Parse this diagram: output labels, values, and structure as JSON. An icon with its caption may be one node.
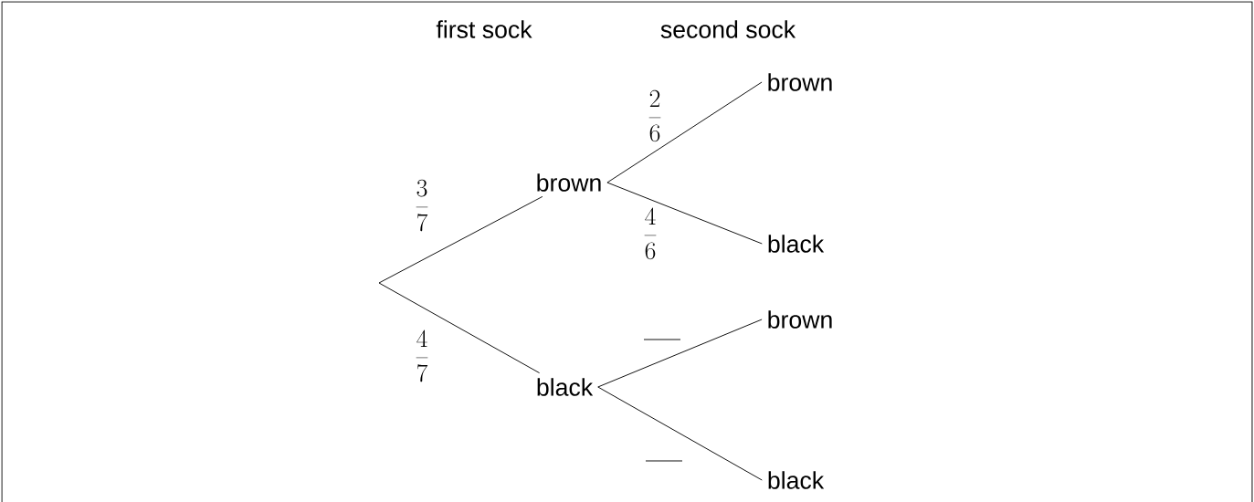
{
  "diagram": {
    "nodes": [
      {
        "text": [
          "brown"
        ]
      },
      {
        "text": [
          "black"
        ]
      },
      {
        "text": [
          "brown"
        ]
      },
      {
        "text": [
          "black"
        ]
      },
      {
        "text": [
          "brown"
        ]
      },
      {
        "text": [
          "black"
        ]
      }
    ],
    "edges": [
      {
        "from": null,
        "to": 0,
        "arrow": "none",
        "label": "\\frac{3}{7}"
      },
      {
        "from": null,
        "to": 1,
        "arrow": "none",
        "label": "\\frac{4}{7}"
      },
      {
        "from": 0,
        "to": 2,
        "arrow": "none",
        "label": "\\frac{2}{6}"
      },
      {
        "from": 0,
        "to": 3,
        "arrow": "none",
        "label": "\\frac{4}{6}"
      },
      {
        "from": 1,
        "to": 4,
        "arrow": "none"
      },
      {
        "from": 1,
        "to": 5,
        "arrow": "none"
      }
    ],
    "labels": [
      "first sock",
      "second sock"
    ]
  }
}
